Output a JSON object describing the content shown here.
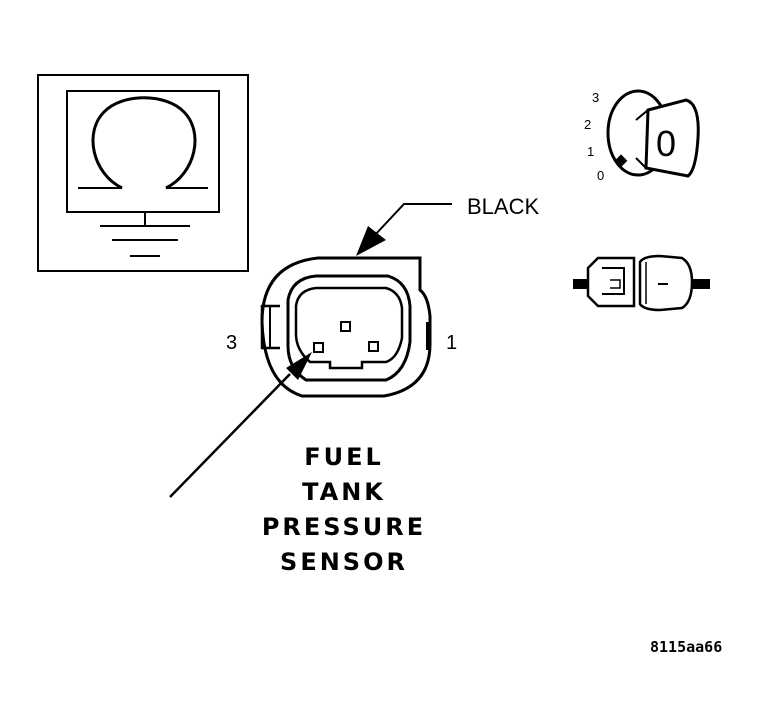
{
  "callout": {
    "color_label": "BLACK"
  },
  "pins": {
    "left": "3",
    "right": "1"
  },
  "ignition": {
    "positions": [
      "3",
      "2",
      "1",
      "0"
    ],
    "key_mark": "0"
  },
  "sensor_name": {
    "line1": "FUEL",
    "line2": "TANK",
    "line3": "PRESSURE",
    "line4": "SENSOR"
  },
  "figure_code": "8115aa66",
  "icons": {
    "meter": "ohmmeter-icon",
    "ignition": "ignition-key-icon",
    "connector": "disconnected-connector-icon"
  },
  "colors": {
    "ink": "#000000",
    "background": "#ffffff"
  }
}
